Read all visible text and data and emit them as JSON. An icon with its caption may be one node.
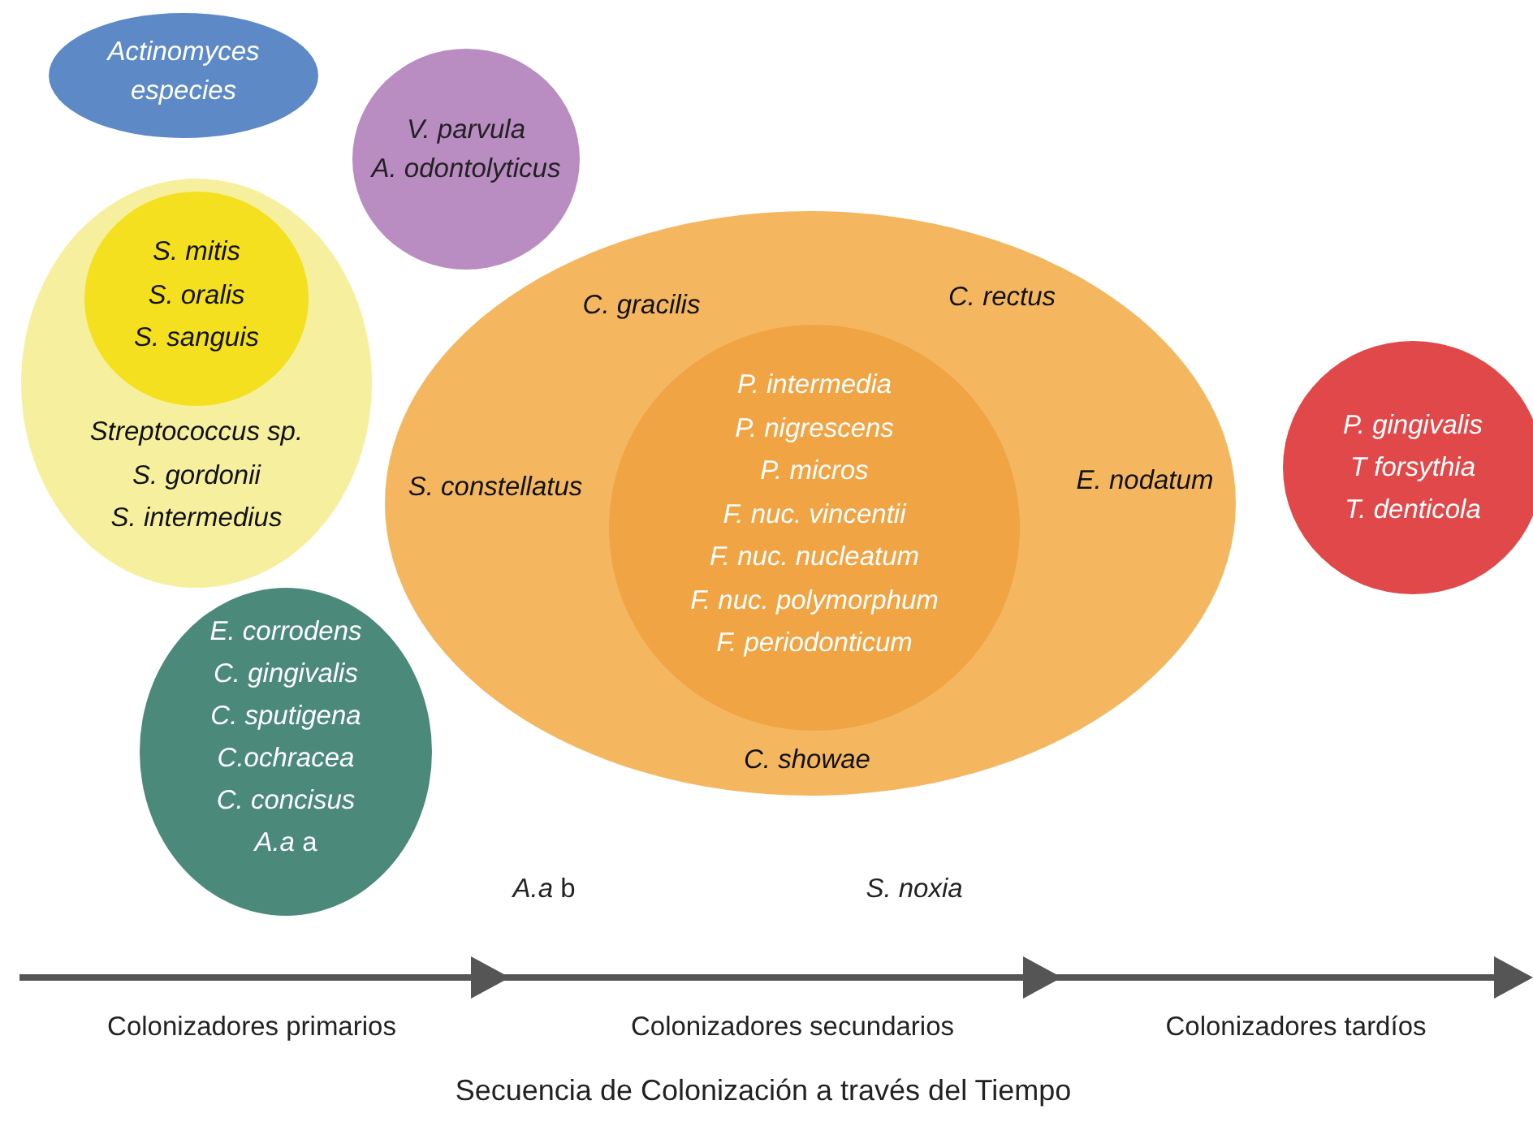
{
  "diagram": {
    "caption": "Secuencia de Colonización a través del Tiempo",
    "nodes": [
      {
        "text": [
          "Actinomyces",
          "especies"
        ]
      },
      {
        "text": [
          "V. parvula",
          "A. odontolyticus"
        ]
      },
      {
        "text": [
          "Streptococcus sp.",
          "S. gordonii",
          "S. intermedius"
        ]
      },
      {
        "text": [
          "S. mitis",
          "S. oralis",
          "S. sanguis"
        ],
        "in": 2
      },
      {
        "text": [
          "E. corrodens",
          "C. gingivalis",
          "C. sputigena",
          "C.ochracea",
          "C. concisus",
          "*A.a* a"
        ]
      },
      {
        "text": [
          "C. gracilis",
          "C. rectus",
          "S. constellatus",
          "E. nodatum",
          "C. showae"
        ]
      },
      {
        "text": [
          "P. intermedia",
          "P. nigrescens",
          "P. micros",
          "F. nuc. vincentii",
          "F. nuc. nucleatum",
          "F. nuc. polymorphum",
          "F. periodonticum"
        ],
        "in": 5
      },
      {
        "text": [
          "P. gingivalis",
          "T forsythia",
          "T. denticola"
        ]
      }
    ],
    "labels": [
      "*A.a* b",
      "S. noxia",
      "Colonizadores primarios",
      "Colonizadores secundarios",
      "Colonizadores tardíos"
    ]
  }
}
